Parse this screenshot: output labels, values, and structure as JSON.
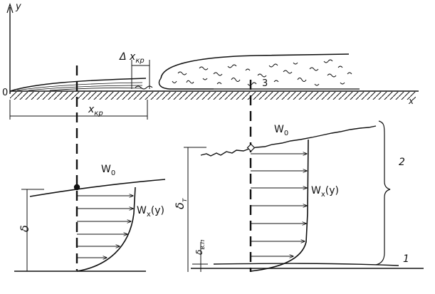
{
  "diagram": {
    "axes": {
      "y_label": "y",
      "origin_label": "0",
      "x_label": "x"
    },
    "top_panel": {
      "delta_label": "Δ x",
      "delta_subscript": "кр",
      "xcr_label": "x",
      "xcr_subscript": "кр",
      "region_label": "3"
    },
    "left_profile": {
      "free_stream_label": "W",
      "free_stream_subscript": "0",
      "velocity_label": "W",
      "velocity_subscript": "x",
      "velocity_arg": "(y)",
      "thickness_label": "δ"
    },
    "right_profile": {
      "free_stream_label": "W",
      "free_stream_subscript": "0",
      "velocity_label": "W",
      "velocity_subscript": "x",
      "velocity_arg": "(y)",
      "thickness_label": "δ",
      "thickness_subscript": "т",
      "sublayer_label": "δ",
      "sublayer_subscript": "в.п",
      "zone_label_outer": "2",
      "zone_label_inner": "1"
    }
  }
}
